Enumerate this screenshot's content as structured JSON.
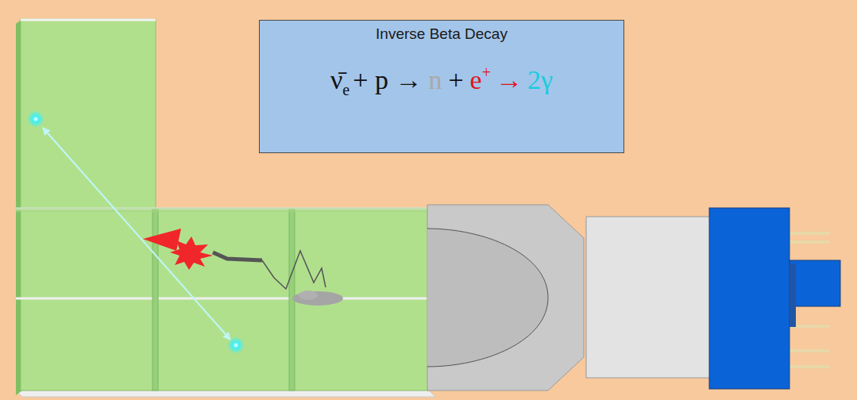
{
  "diagram": {
    "nodes": [
      {
        "text": [
          "Inverse Beta Decay",
          "ν̄",
          "e",
          "+ p →",
          "n",
          "+",
          "e",
          "+",
          "→",
          "2γ"
        ]
      }
    ]
  }
}
